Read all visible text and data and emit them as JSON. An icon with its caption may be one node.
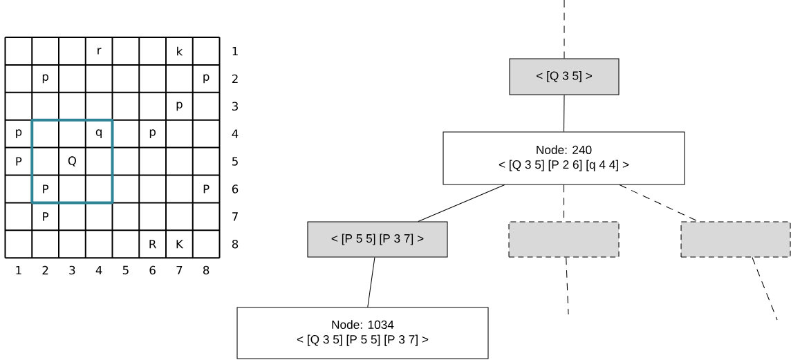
{
  "diagram": {
    "nodes": [
      {
        "text": [
          "< [Q 3 5] >"
        ]
      },
      {
        "text": [
          "Node: 240",
          "< [Q 3 5] [P 2 6] [q 4 4] >"
        ]
      },
      {
        "text": [
          "< [P 5 5] [P 3 7] >"
        ]
      },
      {
        "text": [],
        "shape": "box"
      },
      {
        "text": [],
        "shape": "box"
      },
      {
        "text": [
          "Node: 1034",
          "< [Q 3 5] [P 5 5] [P 3 7] >"
        ]
      }
    ],
    "edges": [
      {
        "from": null,
        "to": 0,
        "arrow": "none",
        "style": "dashed"
      },
      {
        "from": 0,
        "to": 1,
        "arrow": "none"
      },
      {
        "from": 1,
        "to": 2,
        "arrow": "none"
      },
      {
        "from": 1,
        "to": 3,
        "arrow": "none",
        "style": "dashed"
      },
      {
        "from": 1,
        "to": 4,
        "arrow": "none",
        "style": "dashed"
      },
      {
        "from": 2,
        "to": 5,
        "arrow": "none"
      },
      {
        "from": 3,
        "to": null,
        "arrow": "none",
        "style": "dashed"
      },
      {
        "from": 4,
        "to": null,
        "arrow": "none",
        "style": "dashed"
      }
    ],
    "labels": [
      "r",
      "k",
      "1",
      "p",
      "p",
      "2",
      "p",
      "3",
      "p",
      "q",
      "p",
      "4",
      "P",
      "Q",
      "5",
      "P",
      "P",
      "6",
      "P",
      "7",
      "R",
      "K",
      "8",
      "1",
      "2",
      "3",
      "4",
      "5",
      "6",
      "7",
      "8"
    ]
  }
}
